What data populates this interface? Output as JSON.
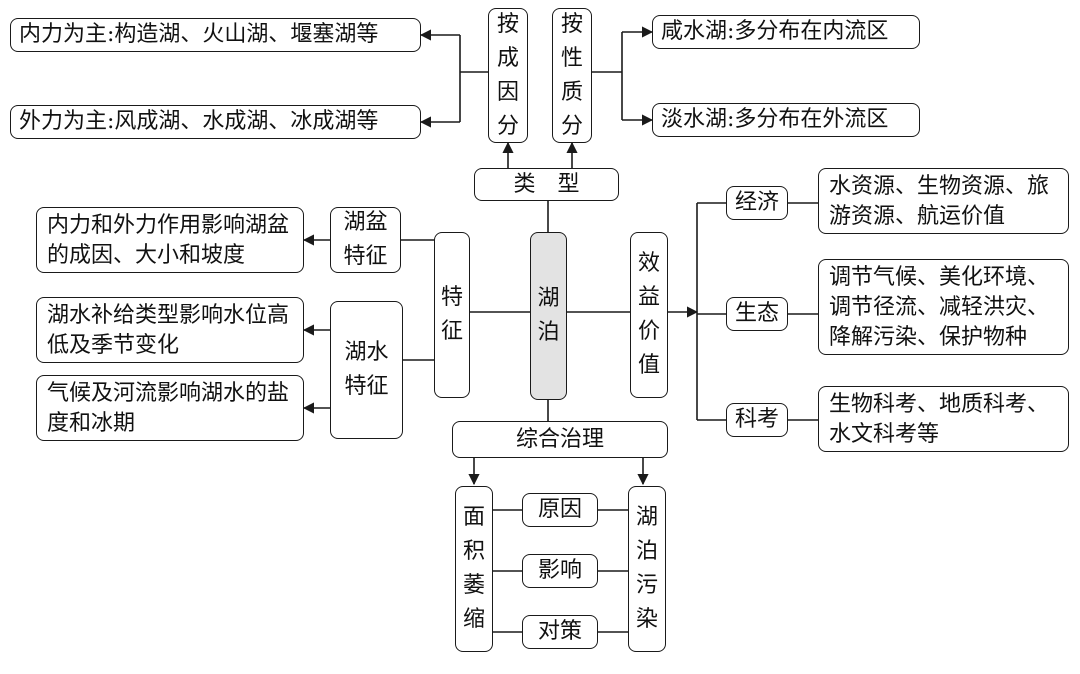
{
  "type": {
    "label": "类型",
    "cause": {
      "label": "按成因分",
      "internal": "内力为主:构造湖、火山湖、堰塞湖等",
      "external": "外力为主:风成湖、水成湖、冰成湖等"
    },
    "nature": {
      "label": "按性质分",
      "saline": "咸水湖:多分布在内流区",
      "fresh": "淡水湖:多分布在外流区"
    }
  },
  "center": {
    "label": "湖泊"
  },
  "features": {
    "label": "特征",
    "basin": {
      "label": "湖盆特征",
      "detail": "内力和外力作用影响湖盆的成因、大小和坡度"
    },
    "water": {
      "label": "湖水特征",
      "detail1": "湖水补给类型影响水位高低及季节变化",
      "detail2": "气候及河流影响湖水的盐度和冰期"
    }
  },
  "benefit": {
    "label": "效益价值",
    "economy": {
      "label": "经济",
      "detail": "水资源、生物资源、旅游资源、航运价值"
    },
    "ecology": {
      "label": "生态",
      "detail": "调节气候、美化环境、调节径流、减轻洪灾、降解污染、保护物种"
    },
    "research": {
      "label": "科考",
      "detail": "生物科考、地质科考、水文科考等"
    }
  },
  "governance": {
    "label": "综合治理",
    "shrink": "面积萎缩",
    "pollution": "湖泊污染",
    "cause": "原因",
    "impact": "影响",
    "measure": "对策"
  }
}
